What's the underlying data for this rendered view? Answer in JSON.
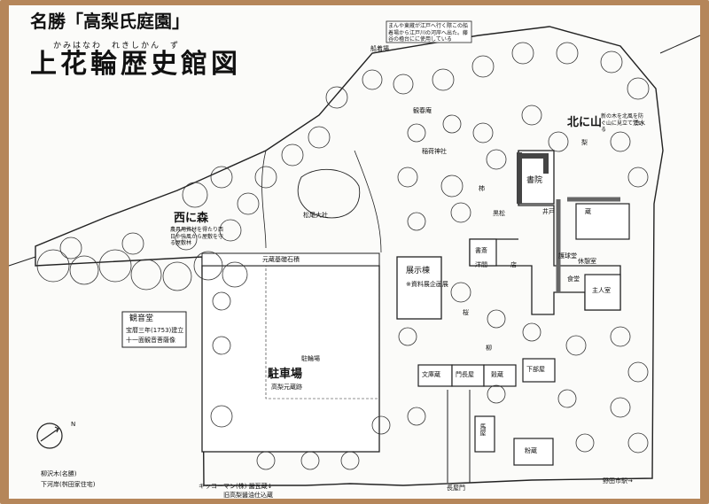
{
  "header": {
    "title_line1": "名勝「高梨氏庭園」",
    "title_ruby": "かみはなわ　れきしかん　ず",
    "title_line2": "上花輪歴史館図"
  },
  "areas": {
    "west_forest": "西に森",
    "west_forest_note": "農具用資材を得たり西日や強風から屋敷を守る屋敷林",
    "north_hill": "北に山",
    "north_hill_note": "新の木を北風を防ぐ山に見立てている",
    "parking": "駐車場",
    "parking_sub": "高梨元蔵跡",
    "stone_wall": "元蔵基礎石積",
    "boat_pier": "船着場",
    "boat_note": "まんや東蔵が江戸へ行く際この船着場から江戸川の河岸へ出た。藤谷の櫓台にに使用している"
  },
  "places": {
    "kannondo": "観音堂",
    "kannondo_note": "宝暦三年(1753)建立",
    "kannondo_sub": "十一面観音菩薩像",
    "matsuo_shrine": "松尾大社",
    "inari_shrine": "稲荷神社",
    "shinjuan": "観春庵",
    "exhibition": "展示棟",
    "exhibition_sub": "※資料展企画展",
    "shoin": "書院",
    "shosai": "書斎",
    "yokan": "洋間",
    "shop": "店",
    "kura": "蔵",
    "bunkogura": "文庫蔵",
    "monchoya": "門長屋",
    "kinkura": "穀蔵",
    "shimobeya": "下部屋",
    "nagaya_gate": "長屋門",
    "bato": "馬屋",
    "kokura": "粉蔵",
    "main_house": "主人室",
    "kyukeishitsu": "休憩室",
    "shokudo": "食堂",
    "gochisho": "護球堂",
    "idobata": "井戸",
    "jusuke": "湧水",
    "matsu": "黒松",
    "kaki": "柿",
    "nashi": "梨",
    "sakura": "桜",
    "yanagi": "柳",
    "parking_small": "駐輪場"
  },
  "footer": {
    "north_label": "N",
    "company": "キッコーマン(株) 醤瓦蔵↓",
    "company_sub": "旧高梨醤油仕込蔵",
    "left_note1": "柳沢木(名勝)",
    "left_note2": "下河岸(桝田家住宅)",
    "station": "野田市駅→"
  }
}
